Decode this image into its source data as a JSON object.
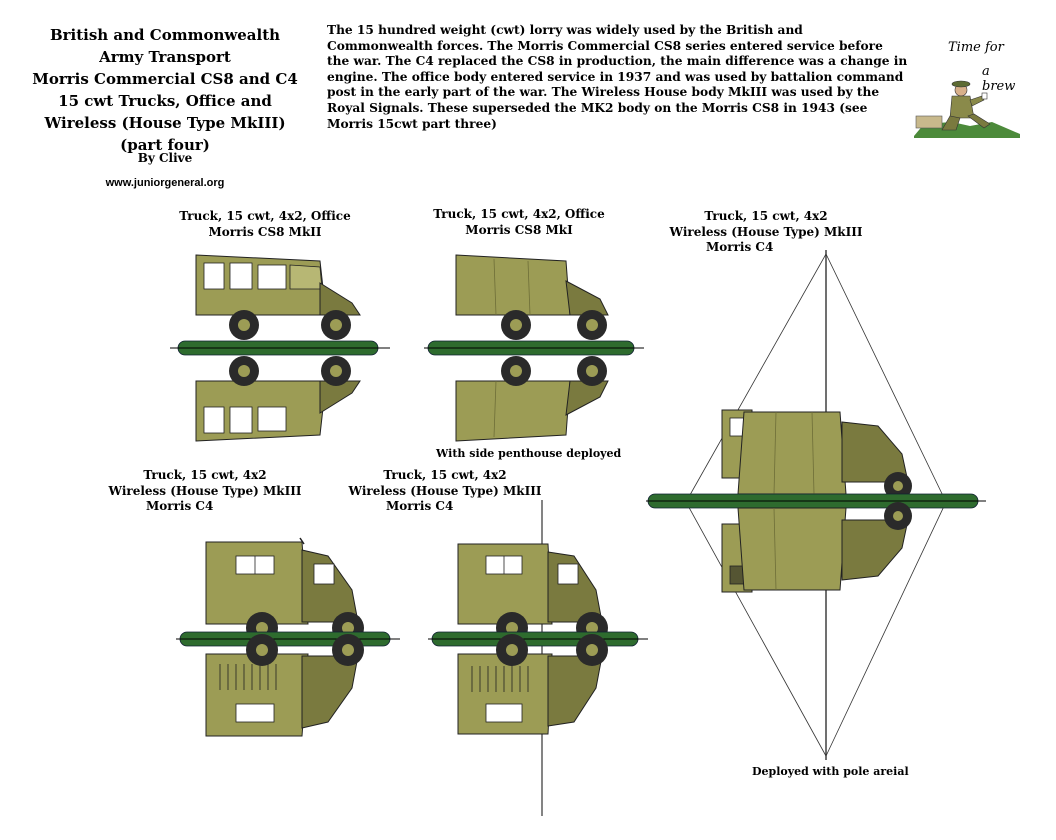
{
  "header": {
    "title_lines": [
      "British and Commonwealth",
      "Army Transport",
      "Morris Commercial CS8 and C4",
      "15 cwt Trucks,  Office and",
      "Wireless (House Type MkIII)",
      "(part four)"
    ],
    "byline": "By Clive",
    "website": "www.juniorgeneral.org"
  },
  "description_lines": [
    "The 15 hundred weight (cwt) lorry was widely used by the British and",
    "Commonwealth forces. The Morris Commercial CS8 series entered service before",
    "the war. The C4 replaced the CS8 in production, the main difference was a change in",
    "engine. The office body entered service in 1937 and was used by battalion command",
    "post in the early part of the war. The Wireless House body MkIII was used by the",
    "Royal Signals. These superseded the MK2  body on the Morris CS8 in 1943 (see",
    "Morris 15cwt part three)"
  ],
  "logo": {
    "line1": "Time for",
    "line2": "a brew"
  },
  "figures": [
    {
      "id": "fig1",
      "caption": [
        "Truck, 15 cwt, 4x2, Office",
        "Morris CS8 MkII"
      ],
      "note": ""
    },
    {
      "id": "fig2",
      "caption": [
        "Truck, 15 cwt, 4x2, Office",
        "Morris CS8 MkI"
      ],
      "note": "With side penthouse deployed"
    },
    {
      "id": "fig3",
      "caption": [
        "Truck, 15 cwt, 4x2",
        "Wireless (House Type) MkIII",
        "Morris C4"
      ],
      "note": "Deployed with pole areial"
    },
    {
      "id": "fig4",
      "caption": [
        "Truck, 15 cwt, 4x2",
        "Wireless (House Type) MkIII",
        "Morris C4"
      ],
      "note": ""
    },
    {
      "id": "fig5",
      "caption": [
        "Truck, 15 cwt, 4x2",
        "Wireless (House Type) MkIII",
        "Morris C4"
      ],
      "note": ""
    }
  ],
  "colors": {
    "olive": "#9c9c55",
    "olive_dark": "#7a7a3f",
    "olive_light": "#b7b774",
    "base_green": "#2e6b2e",
    "tyre": "#2a2a2a"
  }
}
